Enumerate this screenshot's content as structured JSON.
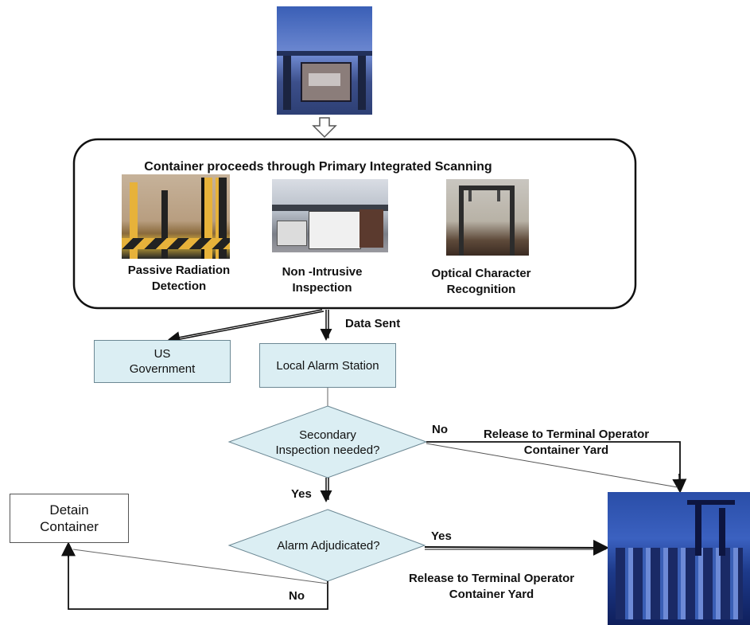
{
  "scanning_box": {
    "title": "Container proceeds through Primary Integrated Scanning"
  },
  "scan_steps": [
    {
      "label_line1": "Passive Radiation",
      "label_line2": "Detection"
    },
    {
      "label_line1": "Non -Intrusive",
      "label_line2": "Inspection"
    },
    {
      "label_line1": "Optical Character",
      "label_line2": "Recognition"
    }
  ],
  "data_sent_label": "Data Sent",
  "us_government": {
    "line1": "US",
    "line2": "Government"
  },
  "local_alarm_station": "Local Alarm Station",
  "secondary_decision": {
    "line1": "Secondary",
    "line2": "Inspection needed?"
  },
  "secondary_no_label": "No",
  "secondary_yes_label": "Yes",
  "release_top": {
    "line1": "Release to Terminal Operator",
    "line2": "Container Yard"
  },
  "alarm_decision": "Alarm Adjudicated?",
  "alarm_yes_label": "Yes",
  "alarm_no_label": "No",
  "release_bottom": {
    "line1": "Release to Terminal Operator",
    "line2": "Container Yard"
  },
  "detain_container": {
    "line1": "Detain",
    "line2": "Container"
  }
}
